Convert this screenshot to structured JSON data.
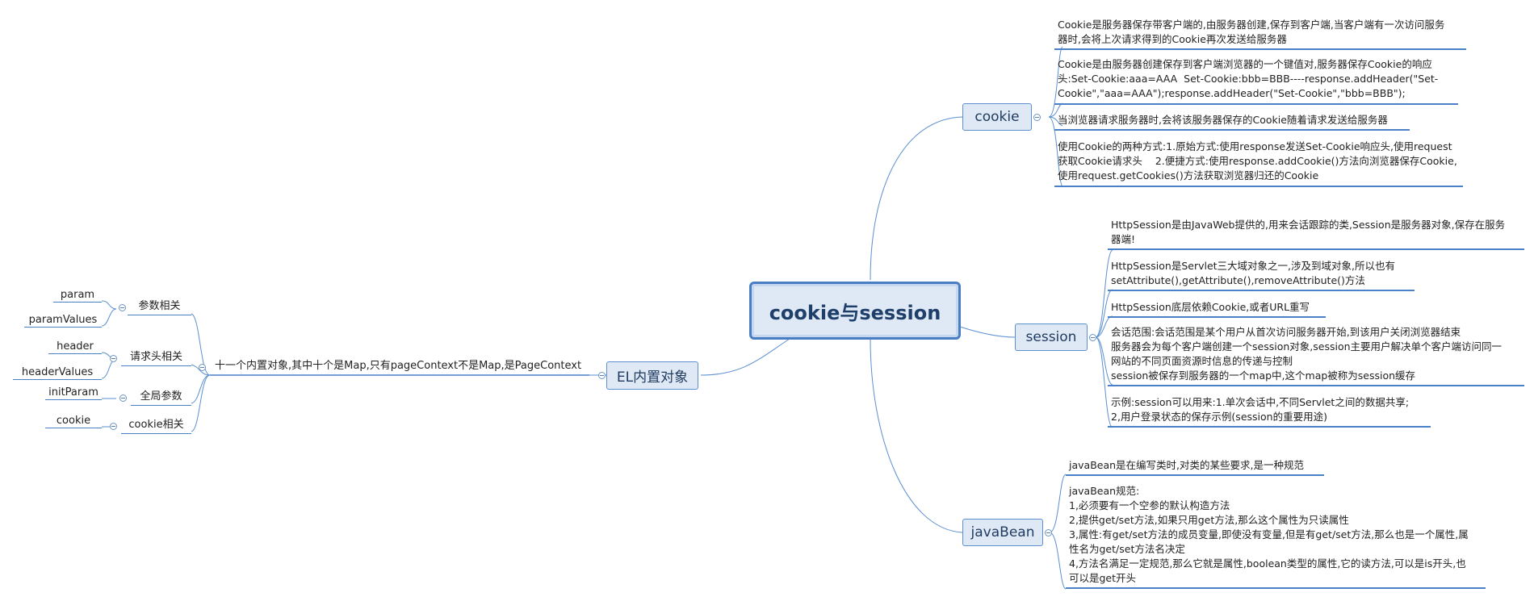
{
  "root": {
    "label": "cookie与session"
  },
  "branches": {
    "cookie": {
      "label": "cookie",
      "items": [
        "Cookie是服务器保存带客户端的,由服务器创建,保存到客户端,当客户端有一次访问服务\n器时,会将上次请求得到的Cookie再次发送给服务器",
        "Cookie是由服务器创建保存到客户端浏览器的一个键值对,服务器保存Cookie的响应\n头:Set-Cookie:aaa=AAA  Set-Cookie:bbb=BBB----response.addHeader(\"Set-\nCookie\",\"aaa=AAA\");response.addHeader(\"Set-Cookie\",\"bbb=BBB\");",
        "当浏览器请求服务器时,会将该服务器保存的Cookie随着请求发送给服务器",
        "使用Cookie的两种方式:1.原始方式:使用response发送Set-Cookie响应头,使用request\n获取Cookie请求头    2.便捷方式:使用response.addCookie()方法向浏览器保存Cookie,\n使用request.getCookies()方法获取浏览器归还的Cookie"
      ]
    },
    "session": {
      "label": "session",
      "items": [
        "HttpSession是由JavaWeb提供的,用来会话跟踪的类,Session是服务器对象,保存在服务\n器端!",
        "HttpSession是Servlet三大域对象之一,涉及到域对象,所以也有\nsetAttribute(),getAttribute(),removeAttribute()方法",
        "HttpSession底层依赖Cookie,或者URL重写",
        "会话范围:会话范围是某个用户从首次访问服务器开始,到该用户关闭浏览器结束\n服务器会为每个客户端创建一个session对象,session主要用户解决单个客户端访问同一\n网站的不同页面资源时信息的传递与控制\nsession被保存到服务器的一个map中,这个map被称为session缓存",
        "示例:session可以用来:1.单次会话中,不同Servlet之间的数据共享;\n2,用户登录状态的保存示例(session的重要用途)"
      ]
    },
    "javabean": {
      "label": "javaBean",
      "items": [
        "javaBean是在编写类时,对类的某些要求,是一种规范",
        "javaBean规范:\n1,必须要有一个空参的默认构造方法\n2,提供get/set方法,如果只用get方法,那么这个属性为只读属性\n3,属性:有get/set方法的成员变量,即使没有变量,但是有get/set方法,那么也是一个属性,属\n性名为get/set方法名决定\n4,方法名满足一定规范,那么它就是属性,boolean类型的属性,它的读方法,可以是is开头,也\n可以是get开头"
      ]
    },
    "el": {
      "label": "EL内置对象",
      "summary": "十一个内置对象,其中十个是Map,只有pageContext不是Map,是PageContext",
      "groups": [
        {
          "label": "参数相关",
          "items": [
            "param",
            "paramValues"
          ]
        },
        {
          "label": "请求头相关",
          "items": [
            "header",
            "headerValues"
          ]
        },
        {
          "label": "全局参数",
          "items": [
            "initParam"
          ]
        },
        {
          "label": "cookie相关",
          "items": [
            "cookie"
          ]
        }
      ]
    }
  },
  "colors": {
    "line": "#5b8fd0",
    "underline": "#4a80c8",
    "node_fill": "#dfe9f5",
    "root_border": "#4a7ec4"
  }
}
